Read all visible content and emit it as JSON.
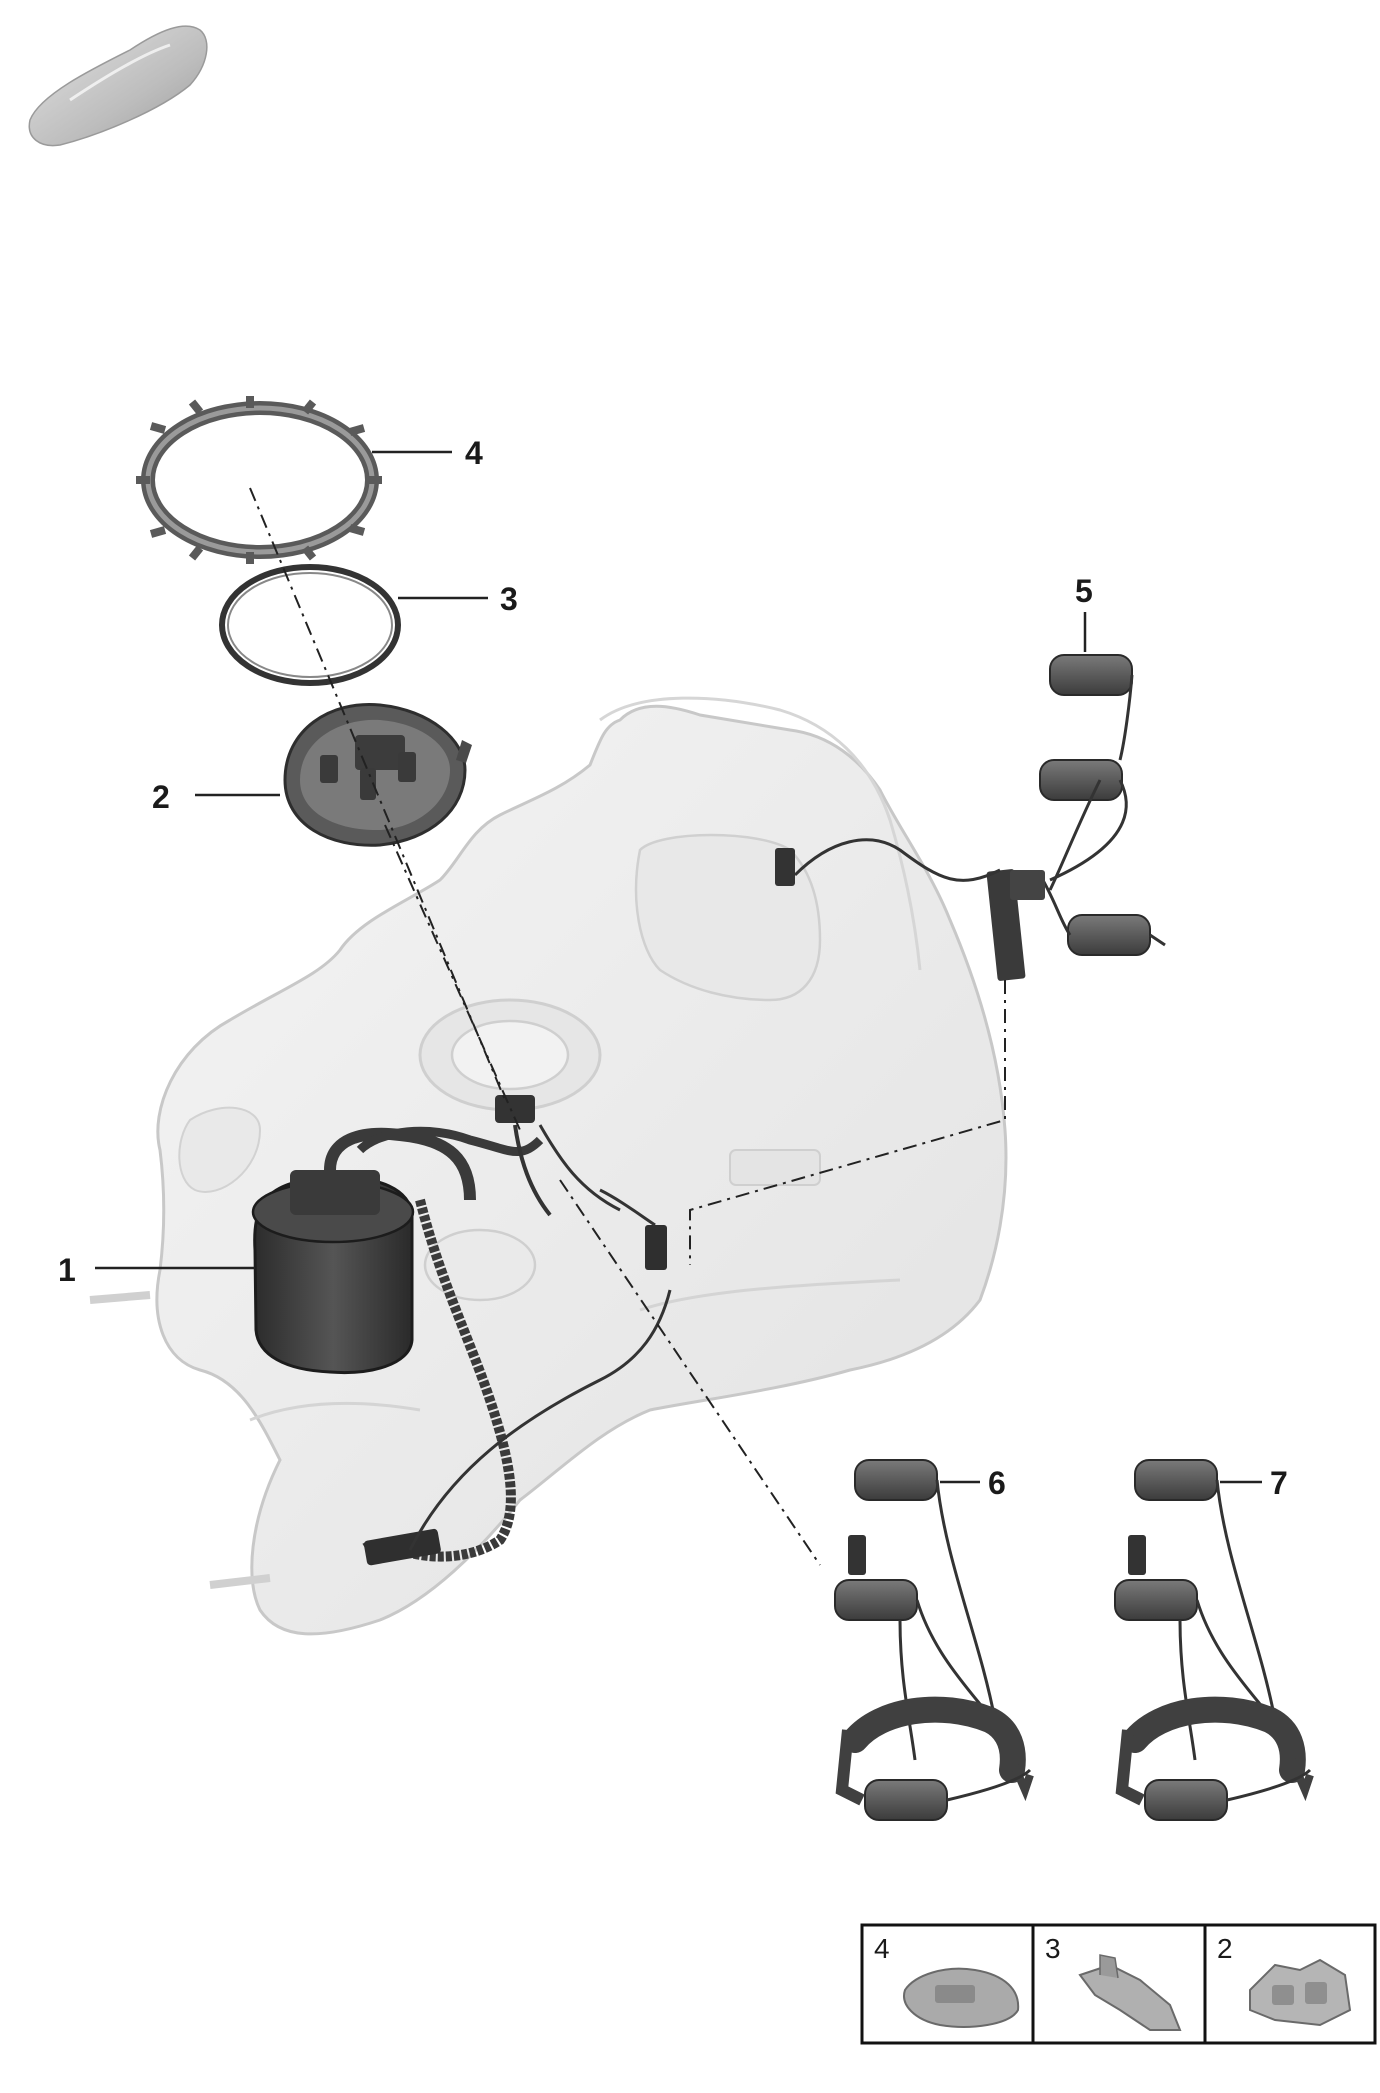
{
  "callouts": {
    "c1": "1",
    "c2": "2",
    "c3": "3",
    "c4": "4",
    "c5": "5",
    "c6": "6",
    "c7": "7"
  },
  "legend": {
    "cells": [
      {
        "number": "4",
        "icon": "body-variant-4-icon"
      },
      {
        "number": "3",
        "icon": "body-variant-3-icon"
      },
      {
        "number": "2",
        "icon": "body-variant-2-icon"
      }
    ]
  },
  "colors": {
    "tank_fill": "#ececec",
    "tank_stroke": "#c8c8c8",
    "part_dark": "#3a3a3a",
    "part_mid": "#6b6b6b",
    "line": "#222222"
  }
}
